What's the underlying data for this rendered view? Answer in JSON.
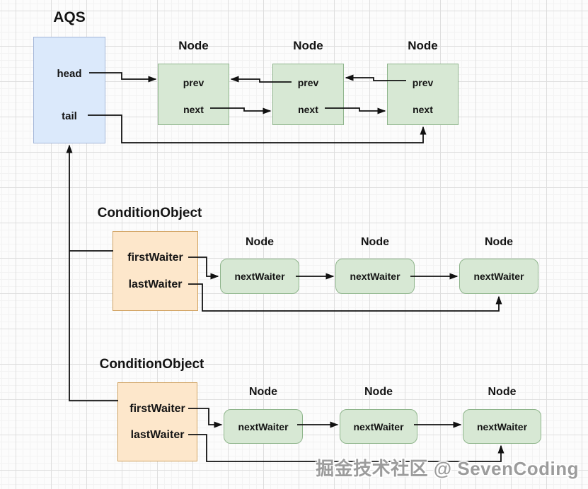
{
  "colors": {
    "blue-fill": "#dbe9fb",
    "blue-stroke": "#a3b6d8",
    "green-fill": "#d7e8d4",
    "green-stroke": "#8fb58c",
    "orange-fill": "#fde7cb",
    "orange-stroke": "#d0a261",
    "edge": "#111111",
    "text": "#141414",
    "watermark": "#9c9c9c",
    "grid-major": "#dedede",
    "grid-minor": "#f3f3f3",
    "canvas-bg": "#fcfcfc"
  },
  "aqs": {
    "title": "AQS",
    "fields": {
      "head": "head",
      "tail": "tail"
    }
  },
  "sync_queue": {
    "nodes": [
      {
        "title": "Node",
        "fields": {
          "prev": "prev",
          "next": "next"
        }
      },
      {
        "title": "Node",
        "fields": {
          "prev": "prev",
          "next": "next"
        }
      },
      {
        "title": "Node",
        "fields": {
          "prev": "prev",
          "next": "next"
        }
      }
    ]
  },
  "condition_objects": [
    {
      "title": "ConditionObject",
      "fields": {
        "first": "firstWaiter",
        "last": "lastWaiter"
      },
      "nodes": [
        {
          "title": "Node",
          "field": "nextWaiter"
        },
        {
          "title": "Node",
          "field": "nextWaiter"
        },
        {
          "title": "Node",
          "field": "nextWaiter"
        }
      ]
    },
    {
      "title": "ConditionObject",
      "fields": {
        "first": "firstWaiter",
        "last": "lastWaiter"
      },
      "nodes": [
        {
          "title": "Node",
          "field": "nextWaiter"
        },
        {
          "title": "Node",
          "field": "nextWaiter"
        },
        {
          "title": "Node",
          "field": "nextWaiter"
        }
      ]
    }
  ],
  "watermark": {
    "text": "掘金技术社区 @ SevenCoding"
  }
}
